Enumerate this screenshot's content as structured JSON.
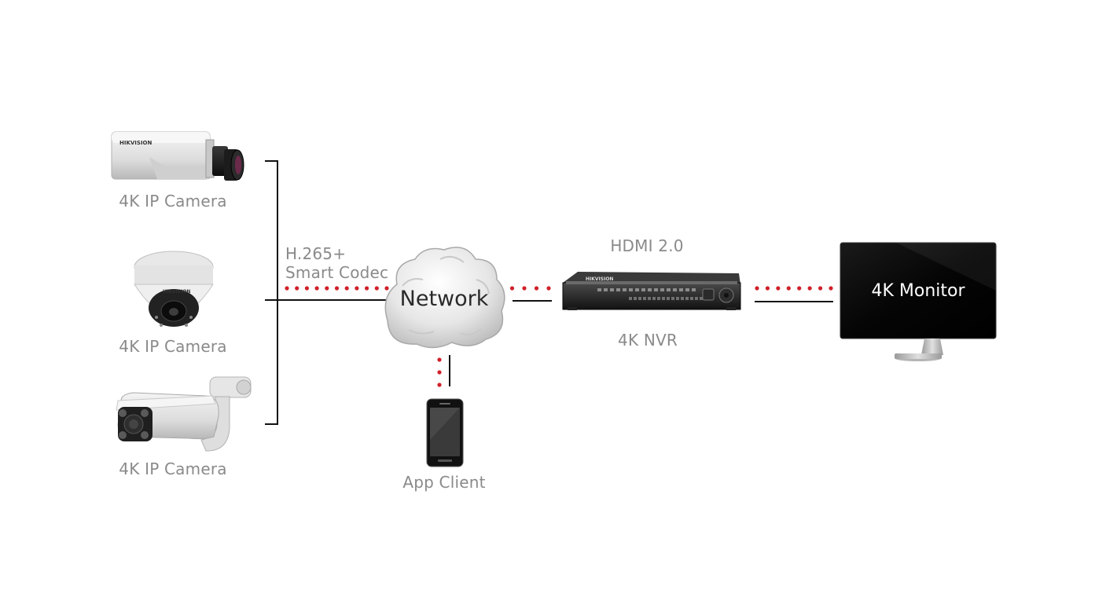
{
  "cameras": [
    {
      "label": "4K IP Camera",
      "type": "box"
    },
    {
      "label": "4K IP Camera",
      "type": "dome"
    },
    {
      "label": "4K IP Camera",
      "type": "bullet"
    }
  ],
  "codec": {
    "line1": "H.265+",
    "line2": "Smart Codec"
  },
  "network": {
    "label": "Network",
    "icon": "cloud-icon"
  },
  "app_client": {
    "label": "App Client",
    "icon": "smartphone-icon"
  },
  "nvr": {
    "label": "4K NVR",
    "interface_label": "HDMI 2.0",
    "brand": "HIKVISION"
  },
  "monitor": {
    "label": "4K Monitor"
  },
  "camera_brand": "HIKVISION",
  "colors": {
    "dots": "#d0202a",
    "line": "#111111",
    "label": "#8a8a8a"
  }
}
